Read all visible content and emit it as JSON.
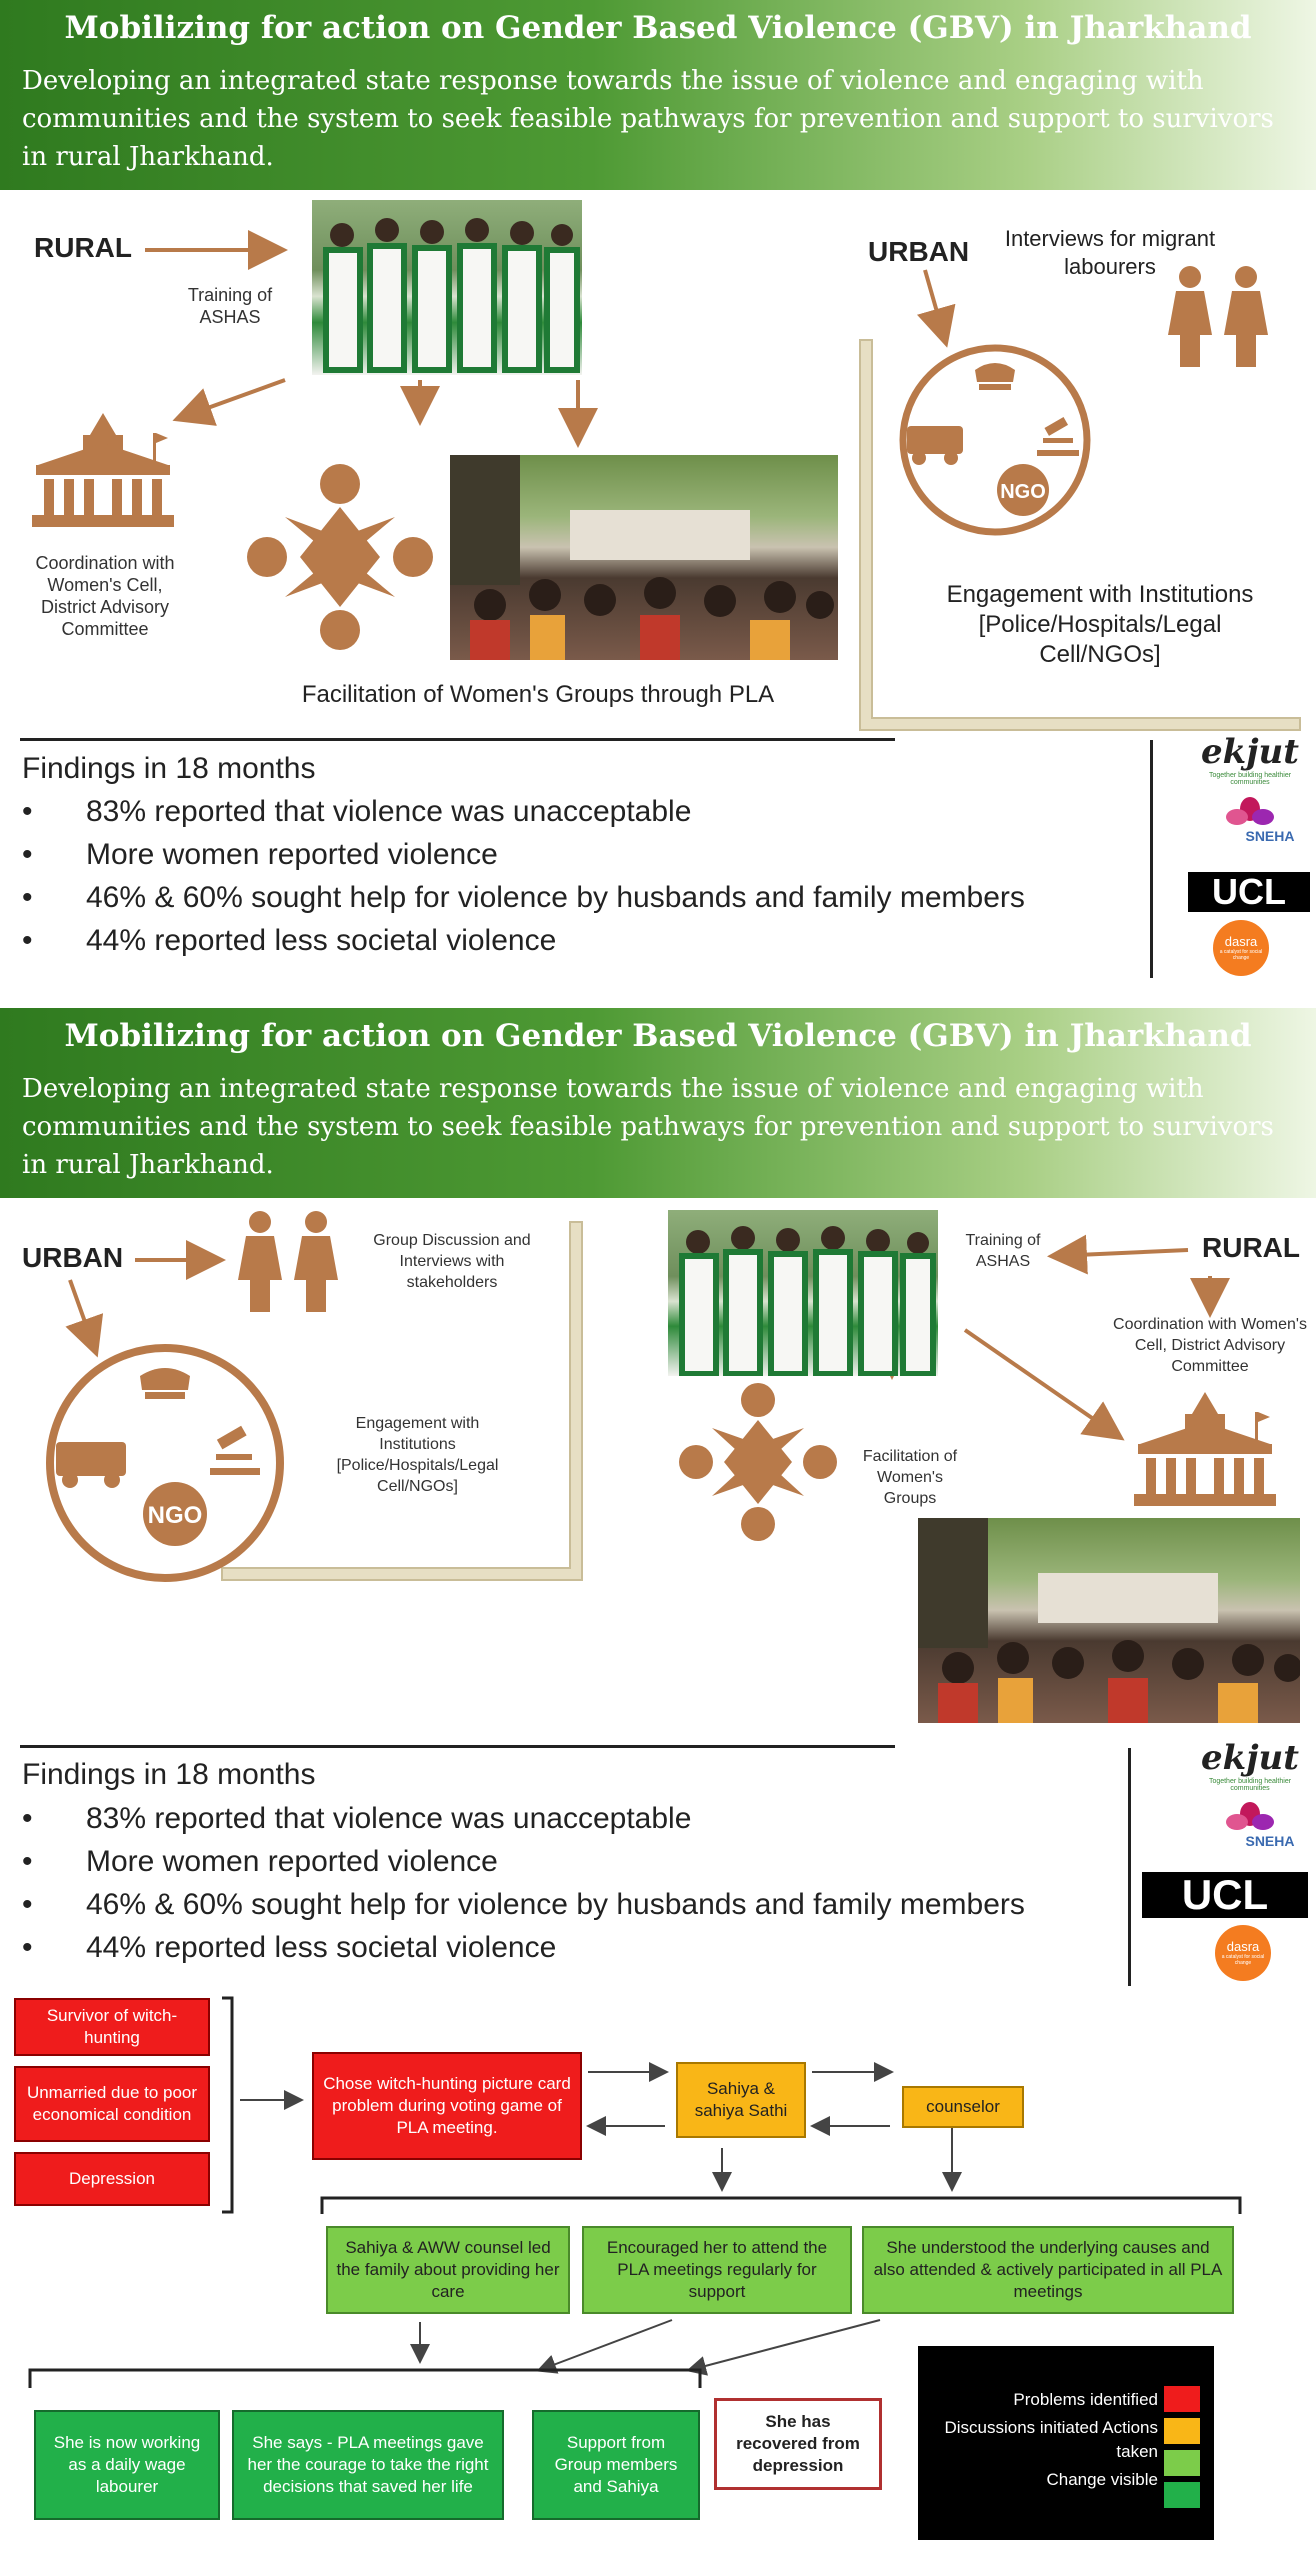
{
  "panel1": {
    "title": "Mobilizing for action on Gender Based Violence (GBV) in Jharkhand",
    "description": "Developing an integrated state response towards the issue of violence and engaging with communities and the system to seek feasible pathways for prevention and support to survivors in rural Jharkhand.",
    "rural_label": "RURAL",
    "urban_label": "URBAN",
    "training_label": "Training of ASHAS",
    "coordination_label": "Coordination with Women's Cell, District Advisory Committee",
    "facilitation_label": "Facilitation of Women's Groups through PLA",
    "interviews_label": "Interviews for migrant labourers",
    "engagement_label": "Engagement with Institutions [Police/Hospitals/Legal Cell/NGOs]",
    "ngo_label": "NGO"
  },
  "panel2": {
    "title": "Mobilizing for action on Gender Based Violence (GBV) in Jharkhand",
    "description": "Developing an integrated state response towards the issue of violence and engaging with communities and the system to seek feasible pathways for prevention and support to survivors in rural Jharkhand.",
    "urban_label": "URBAN",
    "rural_label": "RURAL",
    "group_discussion_label": "Group Discussion and Interviews with stakeholders",
    "engagement_label": "Engagement with Institutions [Police/Hospitals/Legal Cell/NGOs]",
    "training_label": "Training of ASHAS",
    "coordination_label": "Coordination with Women's Cell, District Advisory Committee",
    "facilitation_label": "Facilitation of Women's Groups",
    "ngo_label": "NGO"
  },
  "findings": {
    "title": "Findings in 18 months",
    "bullet": "•",
    "items": [
      "83% reported that violence was unacceptable",
      "More women reported violence",
      "46% & 60% sought help for violence by husbands and family members",
      "44% reported less societal violence"
    ]
  },
  "logos": {
    "ekjut": "ekjut",
    "ekjut_tagline": "Together building healthier communities",
    "sneha": "SNEHA",
    "ucl": "UCL",
    "dasra": "dasra",
    "dasra_tagline": "a catalyst for social change"
  },
  "flow": {
    "survivor": "Survivor of witch-hunting",
    "unmarried": "Unmarried due to poor economical condition",
    "depression": "Depression",
    "chose": "Chose witch-hunting picture card problem during voting game of PLA meeting.",
    "sahiya": "Sahiya & sahiya Sathi",
    "counselor": "counselor",
    "aww": "Sahiya & AWW counsel led the family about providing her care",
    "encouraged": "Encouraged her to attend the PLA meetings regularly for support",
    "understood": "She understood the underlying causes and also attended & actively participated in all PLA meetings",
    "working": "She is now working as a daily wage labourer",
    "says": "She says - PLA meetings gave her the courage to take the right decisions that saved her life",
    "support": "Support from Group members and Sahiya",
    "recovered": "She has recovered from depression"
  },
  "legend": {
    "items": [
      {
        "label": "Problems identified",
        "color": "#ef1c1c"
      },
      {
        "label": "Discussions initiated Actions taken",
        "color": "#f9b617"
      },
      {
        "label": "Change visible",
        "color": "#7ccc4a"
      },
      {
        "label": "",
        "color": "#22b04a"
      }
    ]
  },
  "colors": {
    "accent_brown": "#a86a3c",
    "banner_green": "#2f7a1f"
  }
}
